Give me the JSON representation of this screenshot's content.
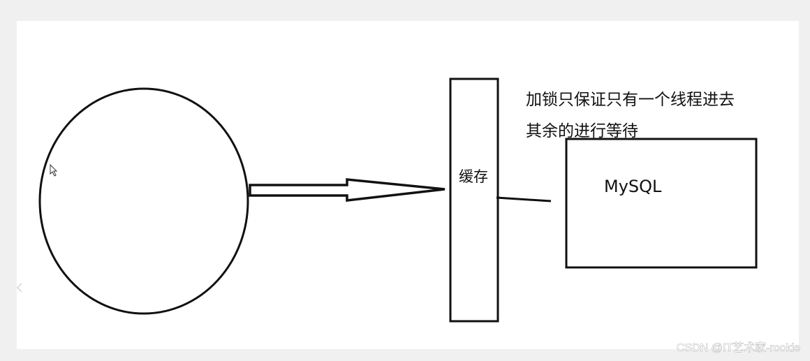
{
  "diagram": {
    "cache_label": "缓存",
    "note_line1": "加锁只保证只有一个线程进去",
    "note_line2": "其余的进行等待",
    "db_label": "MySQL"
  },
  "watermark": {
    "text": "CSDN @IT艺术家-rookie"
  },
  "colors": {
    "stroke": "#111111",
    "board": "#ffffff",
    "backdrop": "#f0f0f0"
  }
}
